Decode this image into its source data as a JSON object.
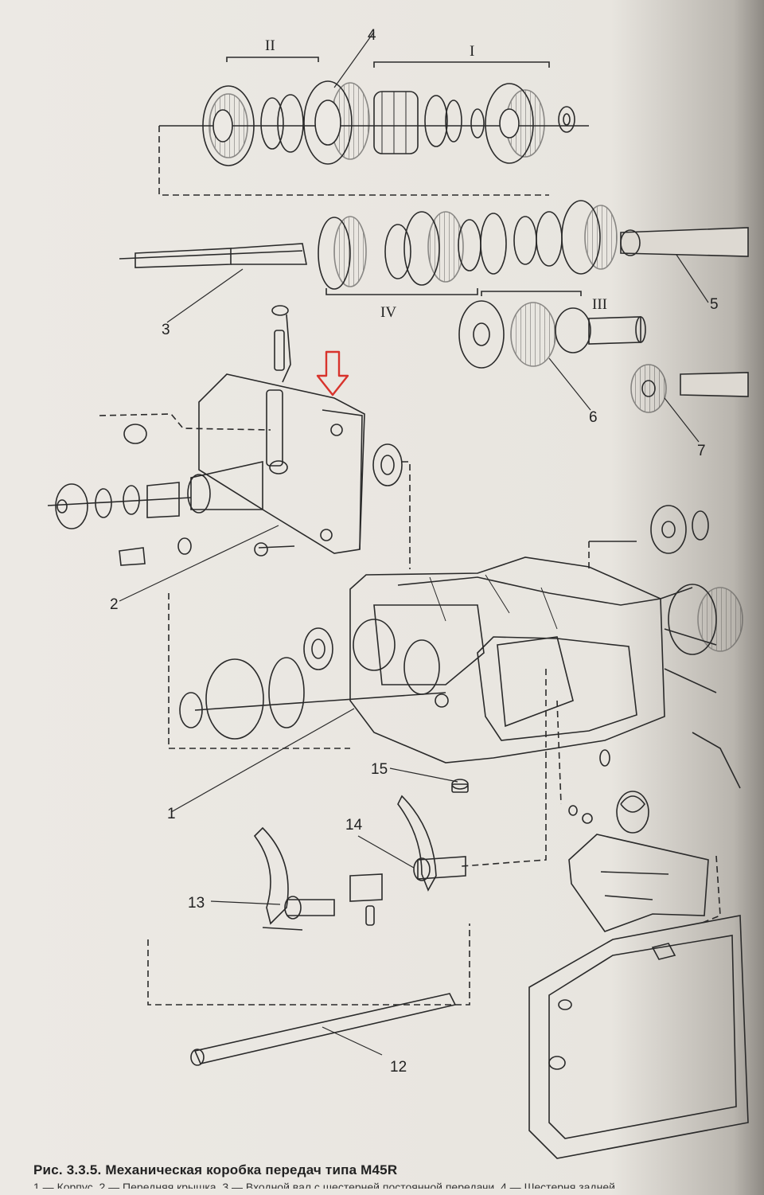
{
  "figure": {
    "caption_title": "Рис. 3.3.5. Механическая коробка передач типа M45R",
    "caption_text": "1 — Корпус, 2 — Передняя крышка, 3 — Входной вал с шестерней постоянной передачи, 4 — Шестерня задней..."
  },
  "callouts": {
    "c1": "1",
    "c2": "2",
    "c3": "3",
    "c4": "4",
    "c5": "5",
    "c6": "6",
    "c7": "7",
    "c12": "12",
    "c13": "13",
    "c14": "14",
    "c15": "15"
  },
  "groups": {
    "g1": "I",
    "g2": "II",
    "g3": "III",
    "g4": "IV"
  },
  "colors": {
    "line": "#2a2a2a",
    "arrow": "#d8332c",
    "paper": "#ece9e4"
  },
  "icons": {
    "highlight": "down-arrow-icon"
  }
}
